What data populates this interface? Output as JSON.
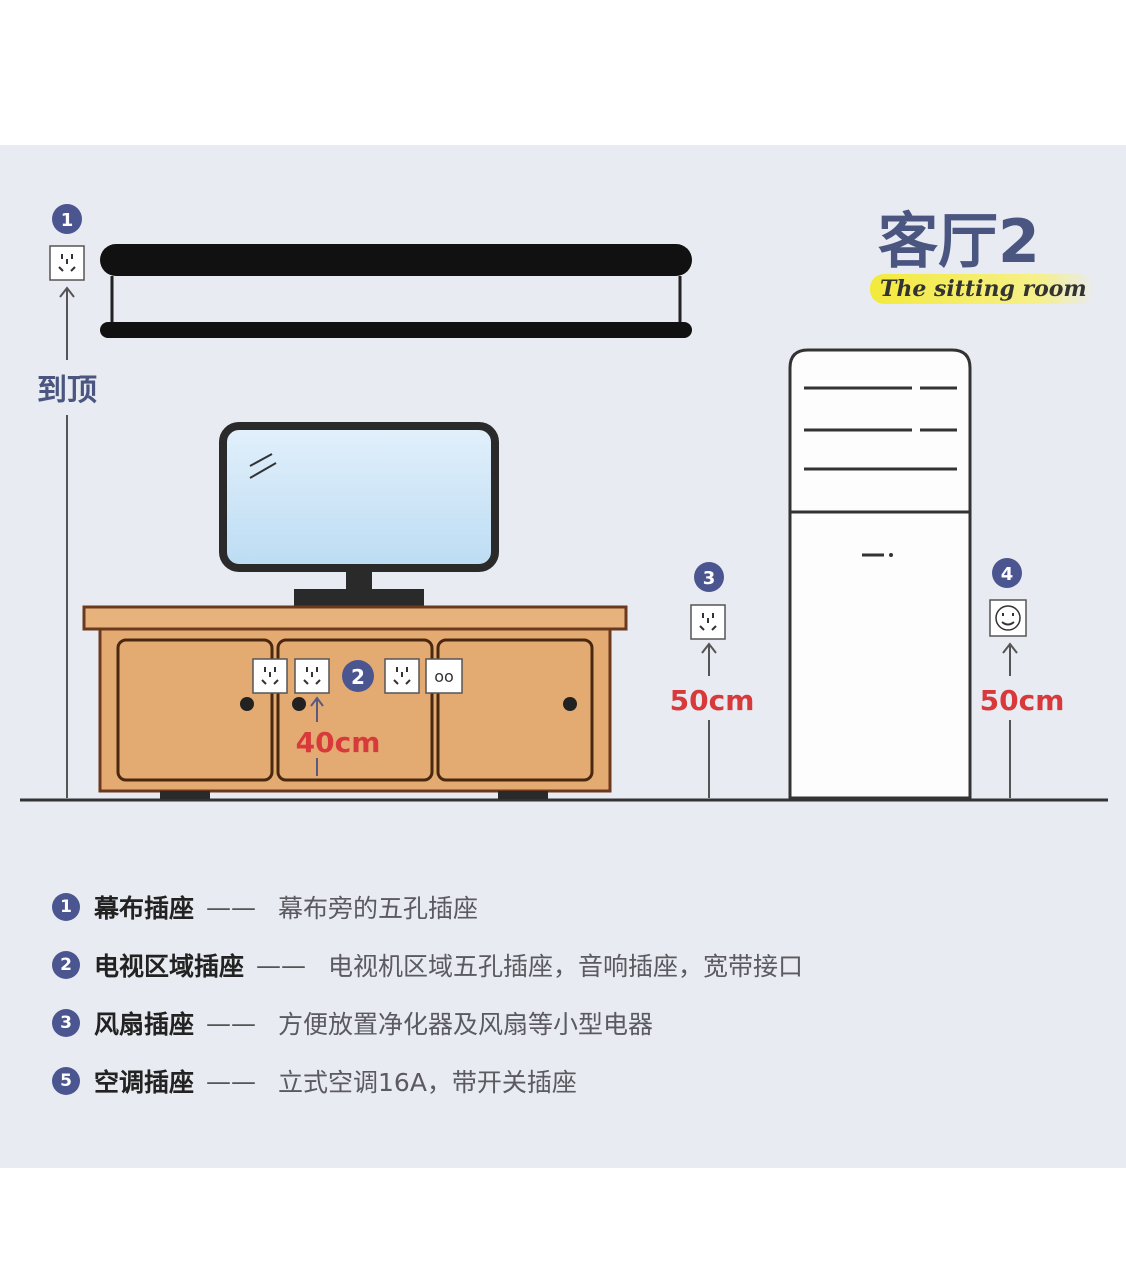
{
  "title": {
    "main": "客厅2",
    "subtitle": "The sitting room"
  },
  "colors": {
    "badge": "#4b5690",
    "measure": "#d8393a",
    "cabinet": "#e3aa72",
    "title": "#4a5580",
    "highlight": "#f5ee5a"
  },
  "diagram": {
    "ceiling_label": "到顶",
    "badges": [
      "1",
      "2",
      "3",
      "4"
    ],
    "measure_tv": "40cm",
    "measure_fan": "50cm",
    "measure_ac": "50cm",
    "audio_socket": "oo"
  },
  "legend": [
    {
      "num": "1",
      "label": "幕布插座",
      "dash": "——",
      "desc": "幕布旁的五孔插座"
    },
    {
      "num": "2",
      "label": "电视区域插座",
      "dash": "——",
      "desc": "电视机区域五孔插座，音响插座，宽带接口"
    },
    {
      "num": "3",
      "label": "风扇插座",
      "dash": "——",
      "desc": "方便放置净化器及风扇等小型电器"
    },
    {
      "num": "5",
      "label": "空调插座",
      "dash": "——",
      "desc": "立式空调16A，带开关插座"
    }
  ]
}
